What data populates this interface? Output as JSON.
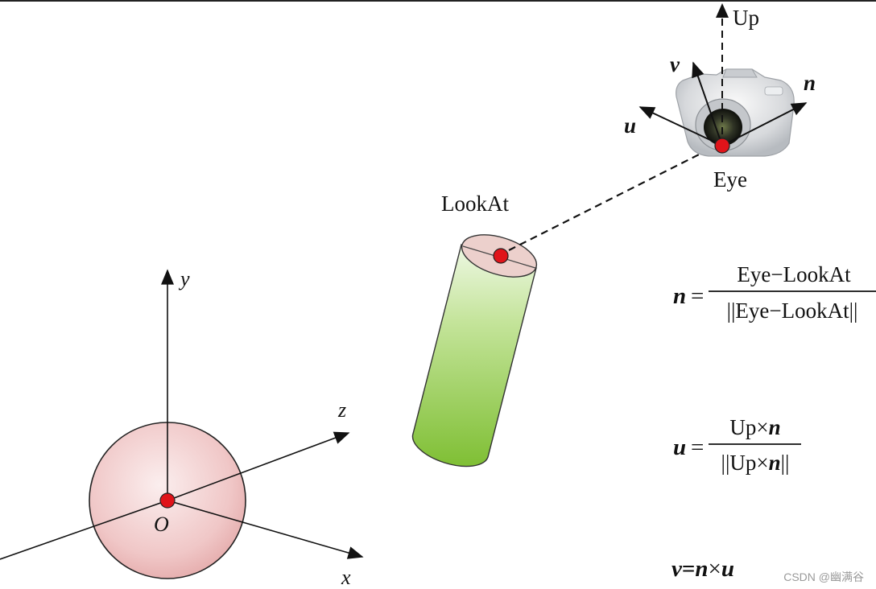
{
  "labels": {
    "up": "Up",
    "v": "v",
    "n": "n",
    "u": "u",
    "eye": "Eye",
    "lookat": "LookAt",
    "axis_y": "y",
    "axis_z": "z",
    "axis_x": "x",
    "origin": "O"
  },
  "formulas": {
    "n_lhs": "n",
    "eq": "=",
    "n_numerator": "Eye−LookAt",
    "n_denominator": "||Eye−LookAt||",
    "u_lhs": "u",
    "u_num_a": "Up×",
    "u_num_b": "n",
    "u_den_a": "||Up×",
    "u_den_b": "n",
    "u_den_c": "||",
    "v_a": "v",
    "v_b": "=",
    "v_c": "n",
    "v_d": "×",
    "v_e": "u"
  },
  "watermark": "CSDN @幽满谷",
  "colors": {
    "point": "#e0141a",
    "sphere": "#f2c9c9",
    "cylinder": "#8cc63f",
    "line": "#111111"
  }
}
